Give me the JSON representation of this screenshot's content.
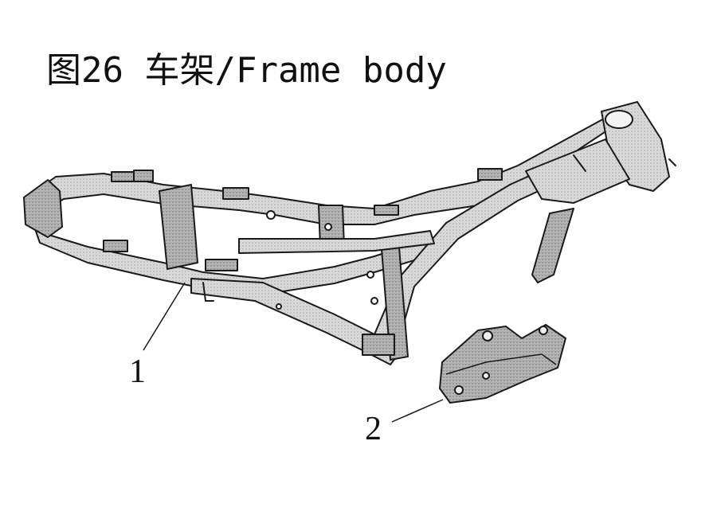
{
  "title": "图26 车架/Frame body",
  "callouts": [
    {
      "number": "1",
      "part": "frame"
    },
    {
      "number": "2",
      "part": "bracket"
    }
  ],
  "colors": {
    "line": "#1a1a1a",
    "metal_light": "#e6e6e6",
    "metal_mid": "#bdbdbd",
    "metal_dark": "#7a7a7a"
  }
}
